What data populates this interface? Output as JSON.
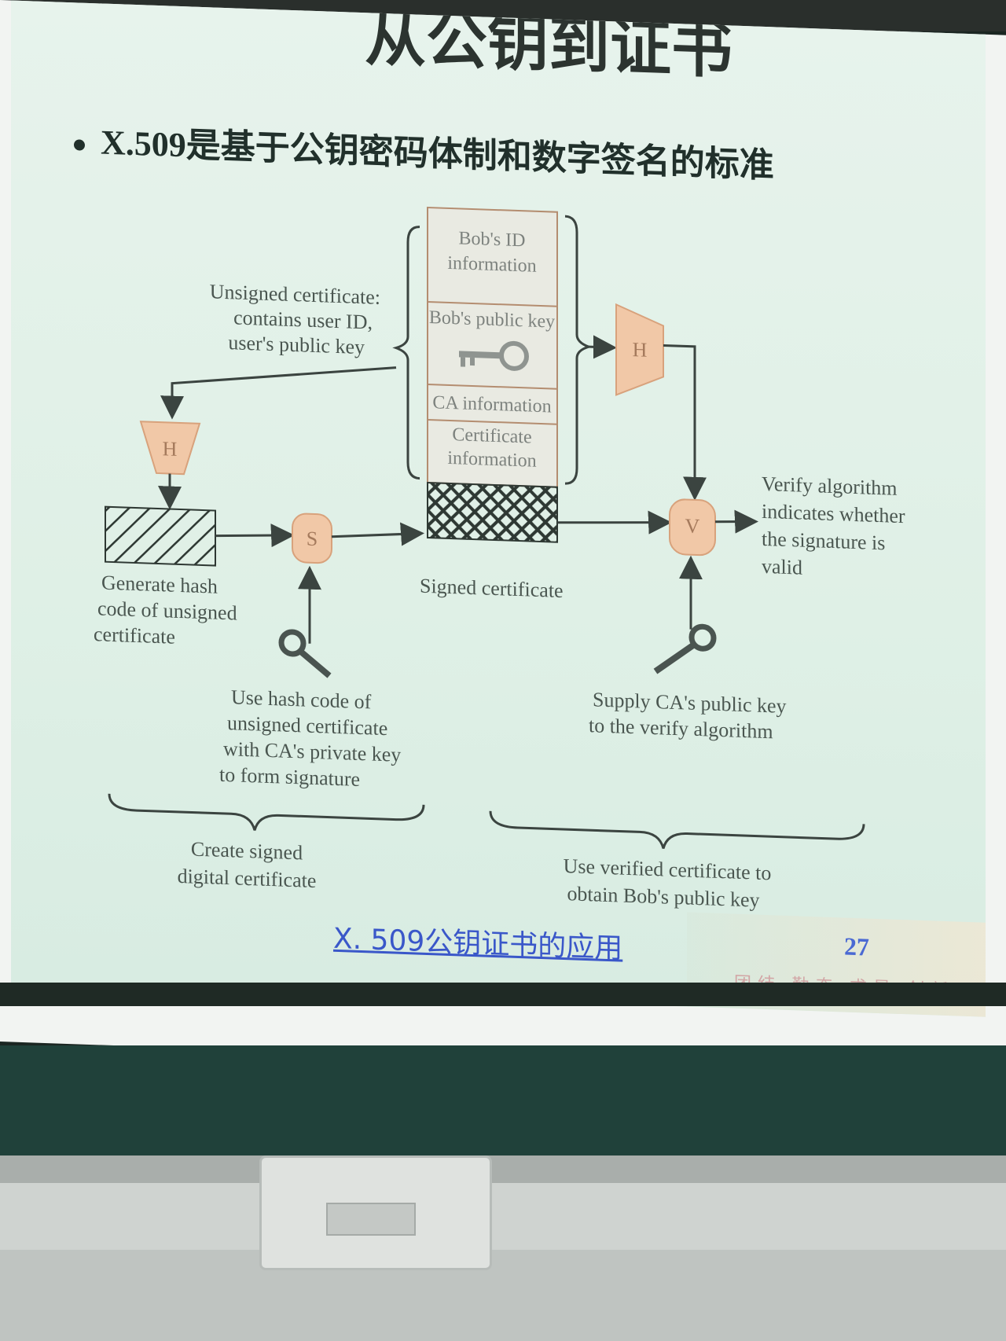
{
  "slide": {
    "title": "从公钥到证书",
    "bullet": "X.509是基于公钥密码体制和数字签名的标准",
    "caption": "X. 509公钥证书的应用",
    "page_number": "27",
    "deco_text": "团结 勤奋 求是 创新"
  },
  "diagram": {
    "unsigned_label": [
      "Unsigned certificate:",
      "contains user ID,",
      "user's public key"
    ],
    "box_rows": {
      "id_info": [
        "Bob's ID",
        "information"
      ],
      "public_key": "Bob's public key",
      "ca_info": "CA information",
      "cert_info": [
        "Certificate",
        "information"
      ]
    },
    "nodes": {
      "hash_left": "H",
      "sign": "S",
      "hash_right": "H",
      "verify": "V"
    },
    "hash_label": [
      "Generate hash",
      "code of unsigned",
      "certificate"
    ],
    "signed_label": "Signed certificate",
    "sign_key_label": [
      "Use hash code of",
      "unsigned certificate",
      "with CA's private key",
      "to form signature"
    ],
    "verify_label": [
      "Verify algorithm",
      "indicates whether",
      "the signature is",
      "valid"
    ],
    "supply_label": [
      "Supply CA's public key",
      "to the verify algorithm"
    ],
    "brace_left": [
      "Create signed",
      "digital certificate"
    ],
    "brace_right": [
      "Use verified certificate to",
      "obtain Bob's public key"
    ]
  },
  "colors": {
    "node_fill": "#f1c8a7",
    "node_stroke": "#d8a27c",
    "link": "#3a57c9"
  }
}
